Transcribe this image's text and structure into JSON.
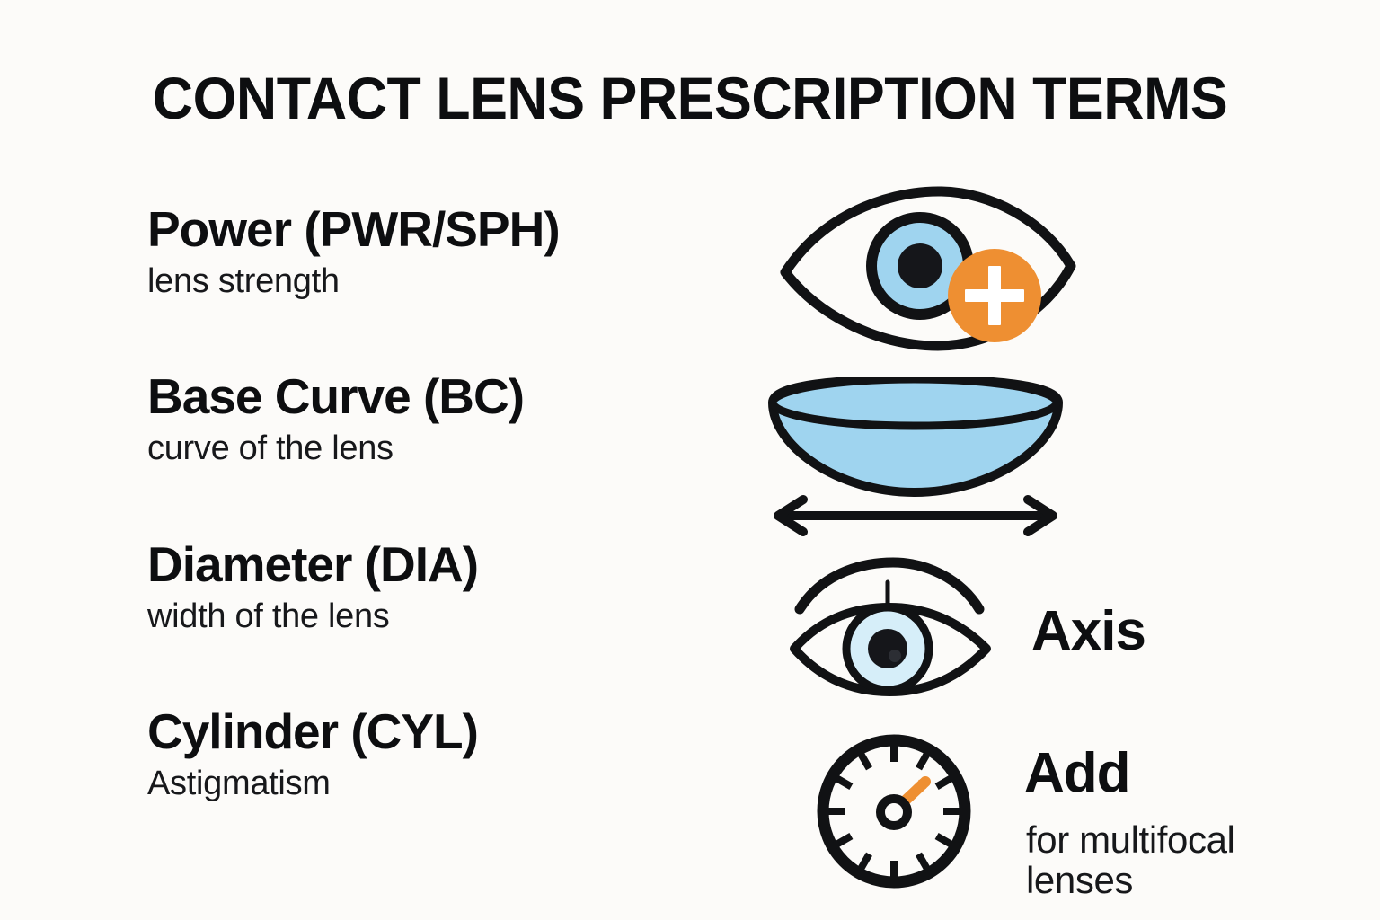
{
  "page": {
    "title": "CONTACT LENS PRESCRIPTION TERMS",
    "background_color": "#fcfbf9",
    "ink_color": "#111214"
  },
  "palette": {
    "iris_blue": "#9fd4ef",
    "iris_blue_pale": "#d6eef9",
    "accent_orange": "#ee8f32",
    "outline_black": "#111214",
    "plus_white": "#ffffff"
  },
  "terms": [
    {
      "title": "Power (PWR/SPH)",
      "subtitle": "lens strength"
    },
    {
      "title": "Base Curve (BC)",
      "subtitle": "curve of the lens"
    },
    {
      "title": "Diameter (DIA)",
      "subtitle": "width of the lens"
    },
    {
      "title": "Cylinder (CYL)",
      "subtitle": "Astigmatism"
    }
  ],
  "illustrations": [
    {
      "name": "eye-with-plus-badge",
      "alt": "eye with orange plus sign badge"
    },
    {
      "name": "contact-lens-bowl-with-width-arrow",
      "alt": "contact lens dish with double headed width arrow"
    },
    {
      "name": "eye-with-axis-marker",
      "alt": "eye with vertical axis marker line and eyebrow"
    },
    {
      "name": "gauge-dial-with-orange-needle",
      "alt": "circular gauge dial with orange needle"
    }
  ],
  "side_labels": {
    "axis": "Axis",
    "add": "Add",
    "add_sub": "for multifocal lenses"
  }
}
